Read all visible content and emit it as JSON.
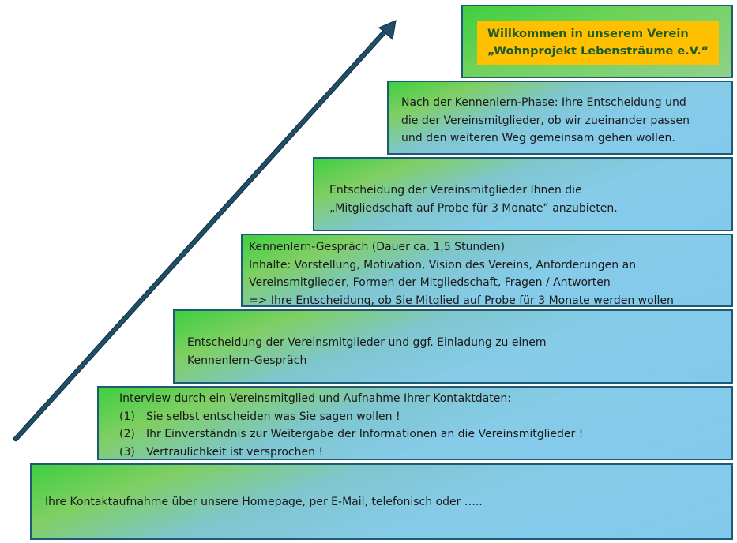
{
  "steps": [
    {
      "lines": [
        "Ihre Kontaktaufnahme über unsere Homepage, per E-Mail, telefonisch oder ….."
      ]
    },
    {
      "title": "Interview durch ein Vereinsmitglied und Aufnahme Ihrer Kontaktdaten:",
      "items": [
        {
          "num": "(1)",
          "text": "Sie selbst entscheiden was Sie sagen wollen !"
        },
        {
          "num": "(2)",
          "text": "Ihr Einverständnis zur Weitergabe der Informationen an die Vereinsmitglieder !"
        },
        {
          "num": "(3)",
          "text": "Vertraulichkeit ist versprochen !"
        }
      ]
    },
    {
      "lines": [
        "Entscheidung der Vereinsmitglieder und ggf. Einladung zu einem",
        "Kennenlern-Gespräch"
      ]
    },
    {
      "lines": [
        "Kennenlern-Gespräch (Dauer ca. 1,5 Stunden)",
        "Inhalte: Vorstellung, Motivation, Vision des Vereins, Anforderungen an",
        "Vereinsmitglieder, Formen der Mitgliedschaft, Fragen / Antworten",
        "=> Ihre Entscheidung, ob Sie Mitglied auf Probe für 3 Monate werden wollen"
      ]
    },
    {
      "lines": [
        "Entscheidung der Vereinsmitglieder Ihnen die",
        "„Mitgliedschaft auf Probe für 3 Monate“ anzubieten."
      ]
    },
    {
      "lines": [
        "Nach der Kennenlern-Phase: Ihre Entscheidung und",
        "die der Vereinsmitglieder, ob wir zueinander passen",
        "und den weiteren Weg gemeinsam gehen wollen."
      ]
    },
    {
      "lines": [
        "Willkommen in unserem Verein",
        "„Wohnprojekt Lebensträume e.V.“"
      ]
    }
  ],
  "colors": {
    "border": "#1d5a73",
    "arrow": "#1f4e66",
    "highlight": "#ffc000",
    "highlight_text": "#1f5c2a"
  },
  "icons": {
    "arrow": "diagonal-up-arrow"
  }
}
